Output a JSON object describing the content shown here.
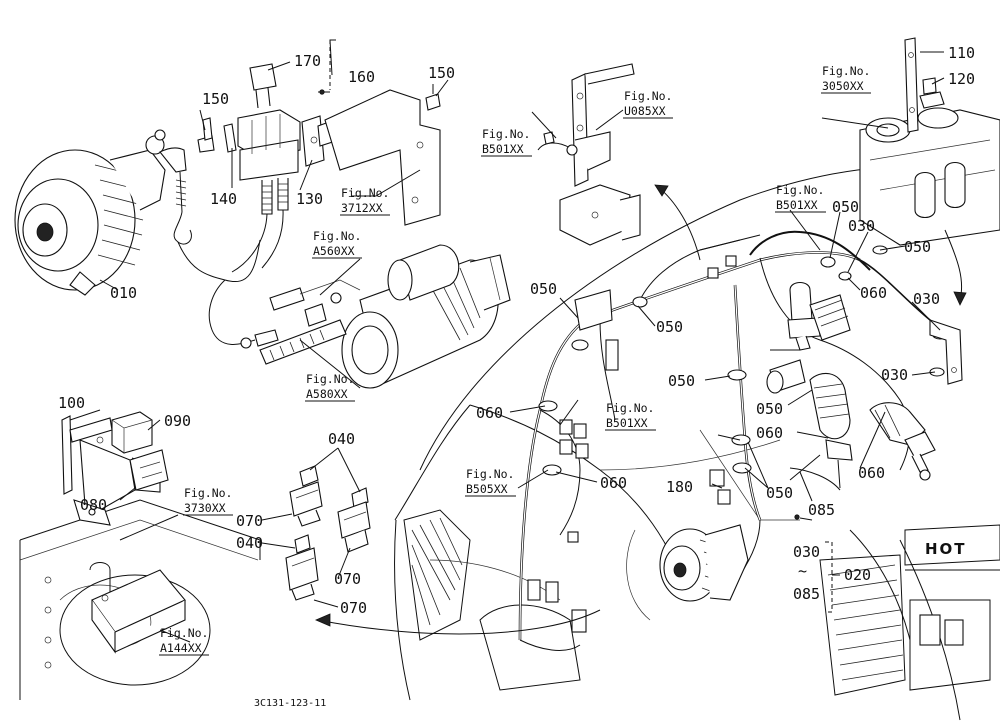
{
  "part_labels": {
    "p010": "010",
    "p020": "020",
    "p030a": "030",
    "p030b": "030",
    "p030c": "030",
    "p030d": "030",
    "p040a": "040",
    "p040b": "040",
    "p050a": "050",
    "p050b": "050",
    "p050c": "050",
    "p050d": "050",
    "p050e": "050",
    "p050f": "050",
    "p050g": "050",
    "p060a": "060",
    "p060b": "060",
    "p060c": "060",
    "p060d": "060",
    "p060e": "060",
    "p070a": "070",
    "p070b": "070",
    "p070c": "070",
    "p080": "080",
    "p085a": "085",
    "p085b": "085",
    "p090": "090",
    "p100": "100",
    "p110": "110",
    "p120": "120",
    "p130": "130",
    "p140": "140",
    "p150a": "150",
    "p150b": "150",
    "p160": "160",
    "p170": "170",
    "p180": "180",
    "tilde": "~"
  },
  "figure_refs": {
    "fig_label": "Fig.No.",
    "r3712": "3712XX",
    "rA560": "A560XX",
    "rA580": "A580XX",
    "rB501a": "B501XX",
    "rU085": "U085XX",
    "rB501b": "B501XX",
    "r3050": "3050XX",
    "rB501c": "B501XX",
    "rB505": "B505XX",
    "r3730": "3730XX",
    "rA144": "A144XX"
  },
  "machine_text": "HOT",
  "drawing_code": "3C131-123-11"
}
